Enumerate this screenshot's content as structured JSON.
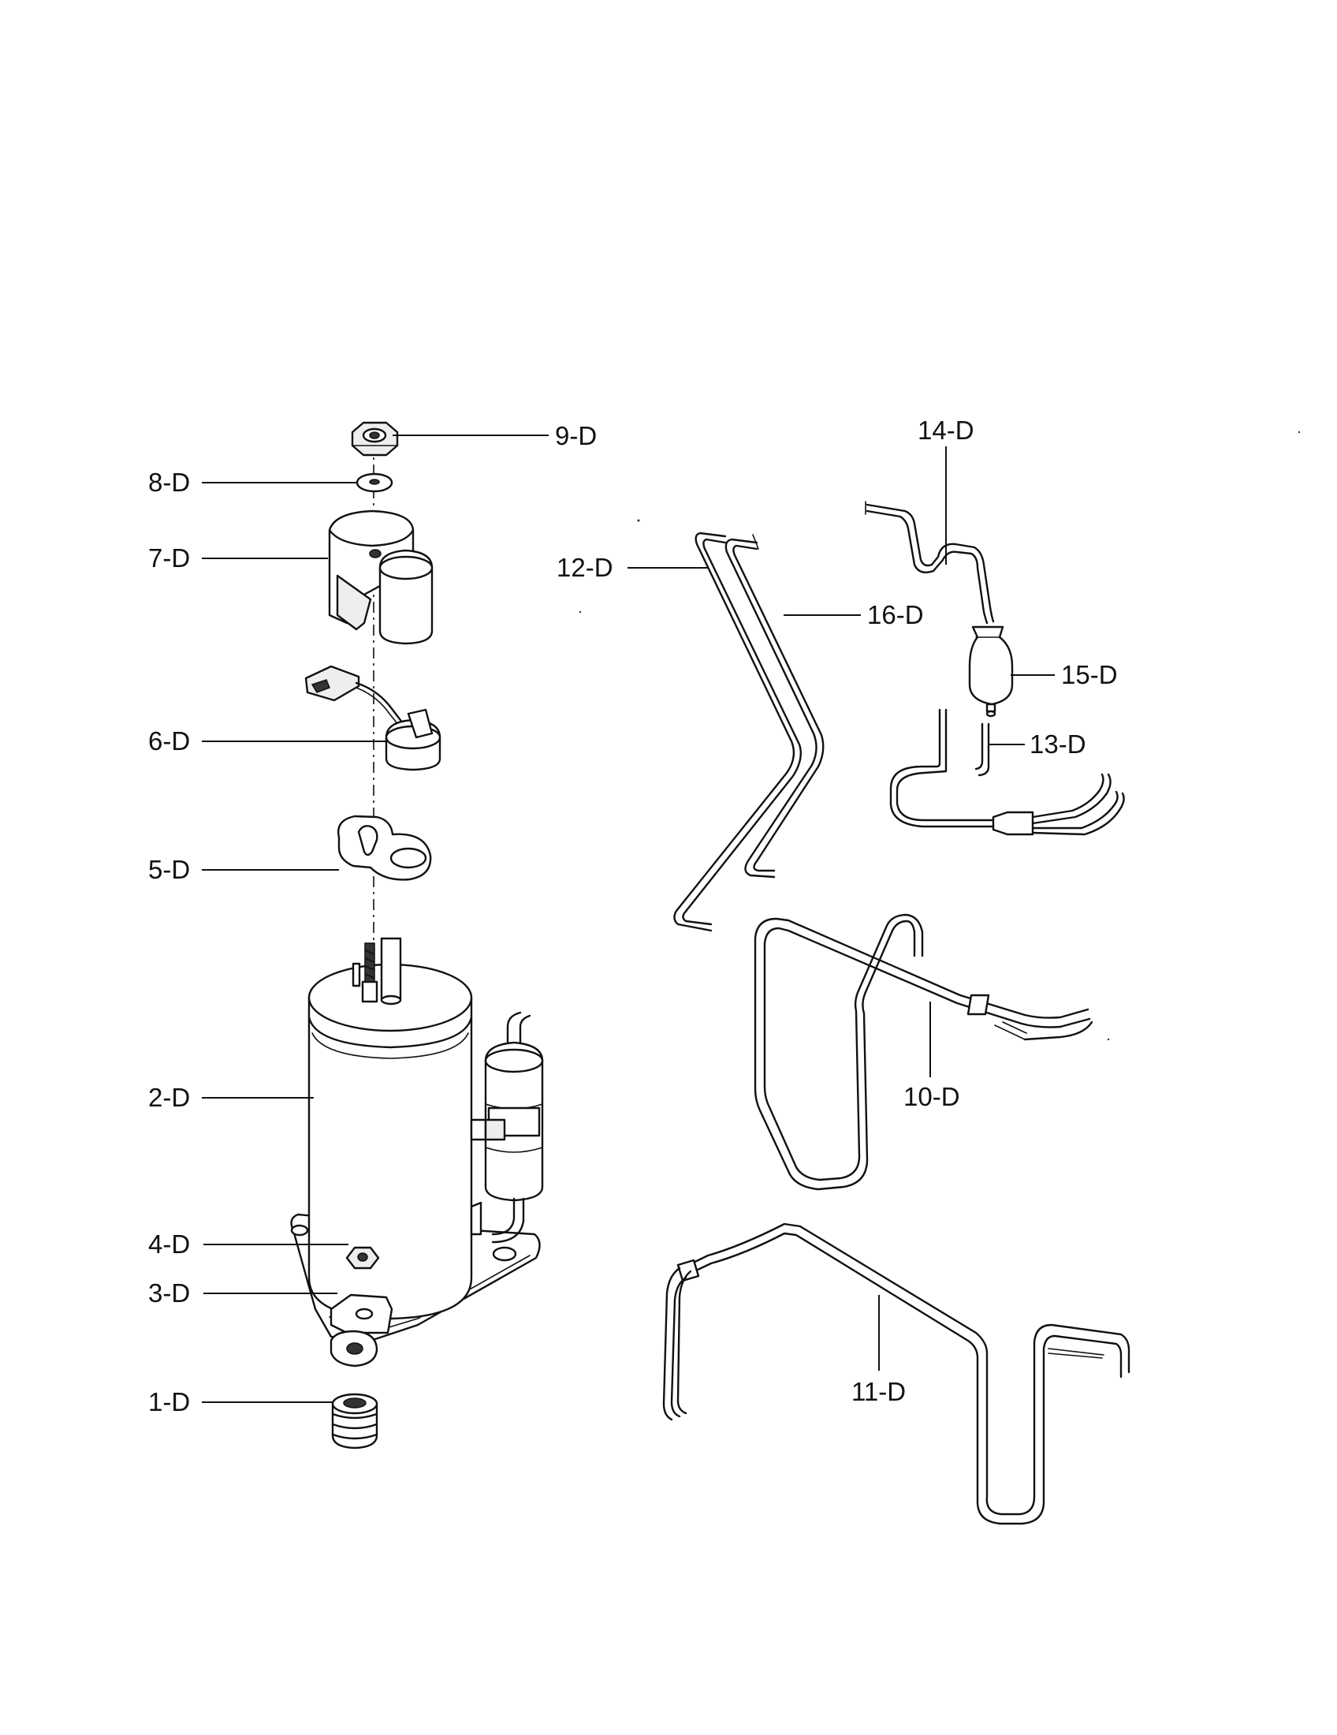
{
  "colors": {
    "ink": "#111111",
    "paper": "#ffffff"
  },
  "labels": {
    "p1": "1-D",
    "p2": "2-D",
    "p3": "3-D",
    "p4": "4-D",
    "p5": "5-D",
    "p6": "6-D",
    "p7": "7-D",
    "p8": "8-D",
    "p9": "9-D",
    "p10": "10-D",
    "p11": "11-D",
    "p12": "12-D",
    "p13": "13-D",
    "p14": "14-D",
    "p15": "15-D",
    "p16": "16-D"
  }
}
